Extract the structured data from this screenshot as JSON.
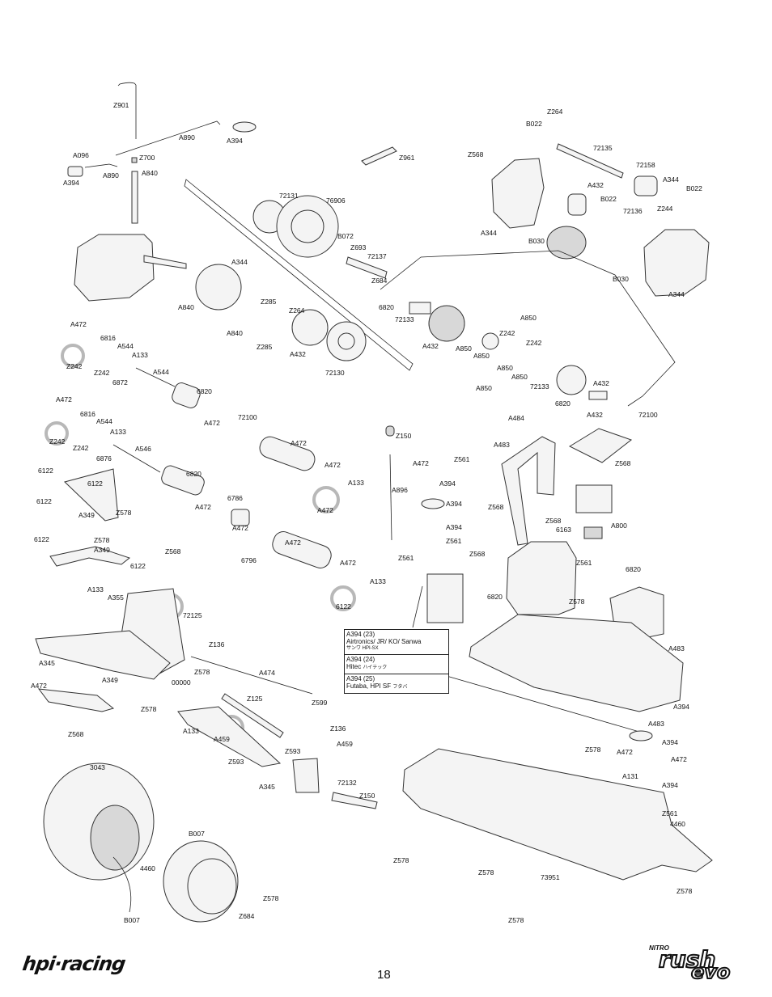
{
  "page_number": "18",
  "brand_left": "hpi·racing",
  "brand_right": {
    "nitro": "NITRO",
    "rush": "rush",
    "evo": "evo"
  },
  "servo_note": [
    {
      "part": "A394 (23)",
      "text": "Airtronics/ JR/ KO/ Sanwa",
      "sub": "サンワ HPI-SX"
    },
    {
      "part": "A394 (24)",
      "text": "Hitec",
      "sub": "ハイテック"
    },
    {
      "part": "A394 (25)",
      "text": "Futaba, HPI SF",
      "sub": "フタバ"
    }
  ],
  "labels": [
    "Z901",
    "A890",
    "A394",
    "A096",
    "Z700",
    "A840",
    "A394",
    "A890",
    "Z961",
    "Z264",
    "B022",
    "72135",
    "Z568",
    "72158",
    "A344",
    "B022",
    "A432",
    "B022",
    "Z244",
    "72136",
    "A344",
    "B030",
    "B030",
    "A344",
    "72131",
    "76906",
    "B072",
    "Z693",
    "72137",
    "Z684",
    "A344",
    "A840",
    "Z285",
    "Z264",
    "A840",
    "Z285",
    "A432",
    "72130",
    "6820",
    "72133",
    "A432",
    "A850",
    "A850",
    "Z242",
    "A850",
    "Z242",
    "A850",
    "A850",
    "A850",
    "72133",
    "A432",
    "6820",
    "A432",
    "72100",
    "A472",
    "6816",
    "A544",
    "A133",
    "Z242",
    "Z242",
    "6872",
    "A544",
    "6820",
    "A472",
    "72100",
    "A472",
    "6816",
    "A544",
    "A133",
    "Z242",
    "Z242",
    "6876",
    "A546",
    "6820",
    "A472",
    "6786",
    "A472",
    "A472",
    "A133",
    "A472",
    "A472",
    "6796",
    "A472",
    "A472",
    "A133",
    "6122",
    "6122",
    "6122",
    "6122",
    "A349",
    "Z578",
    "6122",
    "Z578",
    "A349",
    "6122",
    "Z568",
    "A133",
    "A355",
    "72125",
    "A345",
    "A349",
    "A472",
    "Z136",
    "Z578",
    "00000",
    "A474",
    "Z125",
    "Z599",
    "Z578",
    "Z568",
    "A133",
    "A459",
    "Z593",
    "Z136",
    "A459",
    "Z593",
    "A345",
    "72132",
    "Z150",
    "Z150",
    "A896",
    "A472",
    "Z561",
    "A394",
    "A394",
    "A394",
    "Z561",
    "Z561",
    "Z568",
    "A484",
    "A483",
    "Z568",
    "Z568",
    "Z568",
    "6163",
    "A800",
    "Z561",
    "6820",
    "6820",
    "Z578",
    "A483",
    "A394",
    "A483",
    "Z578",
    "A394",
    "A472",
    "A472",
    "A131",
    "A394",
    "Z561",
    "4460",
    "3043",
    "B007",
    "4460",
    "B007",
    "Z684",
    "Z578",
    "Z578",
    "Z578",
    "73951",
    "Z578",
    "Z578"
  ]
}
